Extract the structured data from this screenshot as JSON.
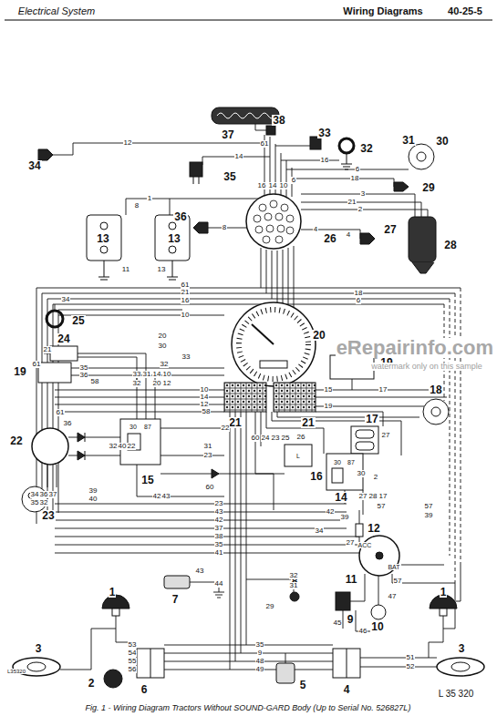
{
  "diagram": {
    "title": "Wiring Diagrams",
    "caption": "Fig. 1 - Wiring Diagram Tractors Without SOUND-GARD Body (Up to Serial No. 526827L)",
    "labels": [
      "Electrical System",
      "40-25-5",
      "37",
      "38",
      "33",
      "32",
      "31",
      "30",
      "34",
      "35",
      "29",
      "13",
      "13",
      "36",
      "26",
      "27",
      "28",
      "25",
      "20",
      "24",
      "19",
      "19",
      "21",
      "21",
      "18",
      "17",
      "22",
      "15",
      "16",
      "14",
      "23",
      "12",
      "11",
      "7",
      "8",
      "9",
      "10",
      "1",
      "1",
      "2",
      "3",
      "3",
      "6",
      "4",
      "5",
      "12",
      "14",
      "61",
      "16",
      "6",
      "18",
      "3",
      "21",
      "2",
      "1",
      "16",
      "14",
      "10",
      "6",
      "8",
      "8",
      "4",
      "4",
      "11",
      "13",
      "34",
      "61",
      "21",
      "16",
      "10",
      "18",
      "6",
      "61",
      "21",
      "20",
      "30",
      "33",
      "32",
      "35",
      "36",
      "58",
      "33",
      "31",
      "14",
      "10",
      "32",
      "20",
      "12",
      "10",
      "14",
      "12",
      "58",
      "15",
      "17",
      "19",
      "22",
      "60",
      "24",
      "23",
      "25",
      "26",
      "27",
      "30",
      "2",
      "27",
      "28",
      "17",
      "42",
      "39",
      "57",
      "57",
      "39",
      "61",
      "36",
      "34",
      "36",
      "37",
      "35",
      "32",
      "32",
      "40",
      "22",
      "31",
      "23",
      "60",
      "42",
      "43",
      "39",
      "40",
      "23",
      "43",
      "42",
      "37",
      "38",
      "35",
      "41",
      "34",
      "27",
      "43",
      "44",
      "32",
      "31",
      "29",
      "45",
      "46",
      "47",
      "57",
      "53",
      "54",
      "55",
      "56",
      "35",
      "9",
      "48",
      "49",
      "51",
      "52",
      "BAT",
      "ACC",
      "L",
      "30",
      "87",
      "30",
      "87",
      "eRepairinfo.com",
      "watermark only on this sample",
      "L35320",
      "L 35 320"
    ]
  }
}
